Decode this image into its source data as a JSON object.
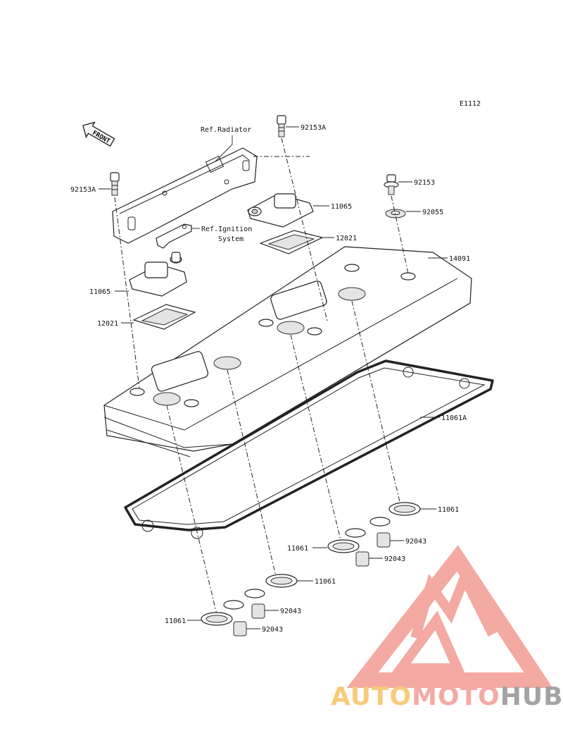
{
  "diagram": {
    "ref_code": "E1112",
    "front_label": "FRONT",
    "ref_radiator": "Ref.Radiator",
    "ref_ignition_line1": "Ref.Ignition",
    "ref_ignition_line2": "System",
    "parts": {
      "bolt_92153A_top": "92153A",
      "bolt_92153A_left": "92153A",
      "bolt_92153": "92153",
      "washer_92055": "92055",
      "cap_11065_right": "11065",
      "cap_11065_left": "11065",
      "plate_12021_right": "12021",
      "plate_12021_left": "12021",
      "cover_14091": "14091",
      "gasket_11061A": "11061A",
      "gasket_11061_a": "11061",
      "gasket_11061_b": "11061",
      "gasket_11061_c": "11061",
      "gasket_11061_d": "11061",
      "collar_92043_a": "92043",
      "collar_92043_b": "92043",
      "collar_92043_c": "92043",
      "collar_92043_d": "92043"
    }
  },
  "watermark": {
    "brand_part1": "AUTOMOTO",
    "brand_part2": "HUB",
    "color_primary": "#f3a19a",
    "color_secondary": "#f7c66e",
    "color_tertiary": "#9a9a9a"
  }
}
